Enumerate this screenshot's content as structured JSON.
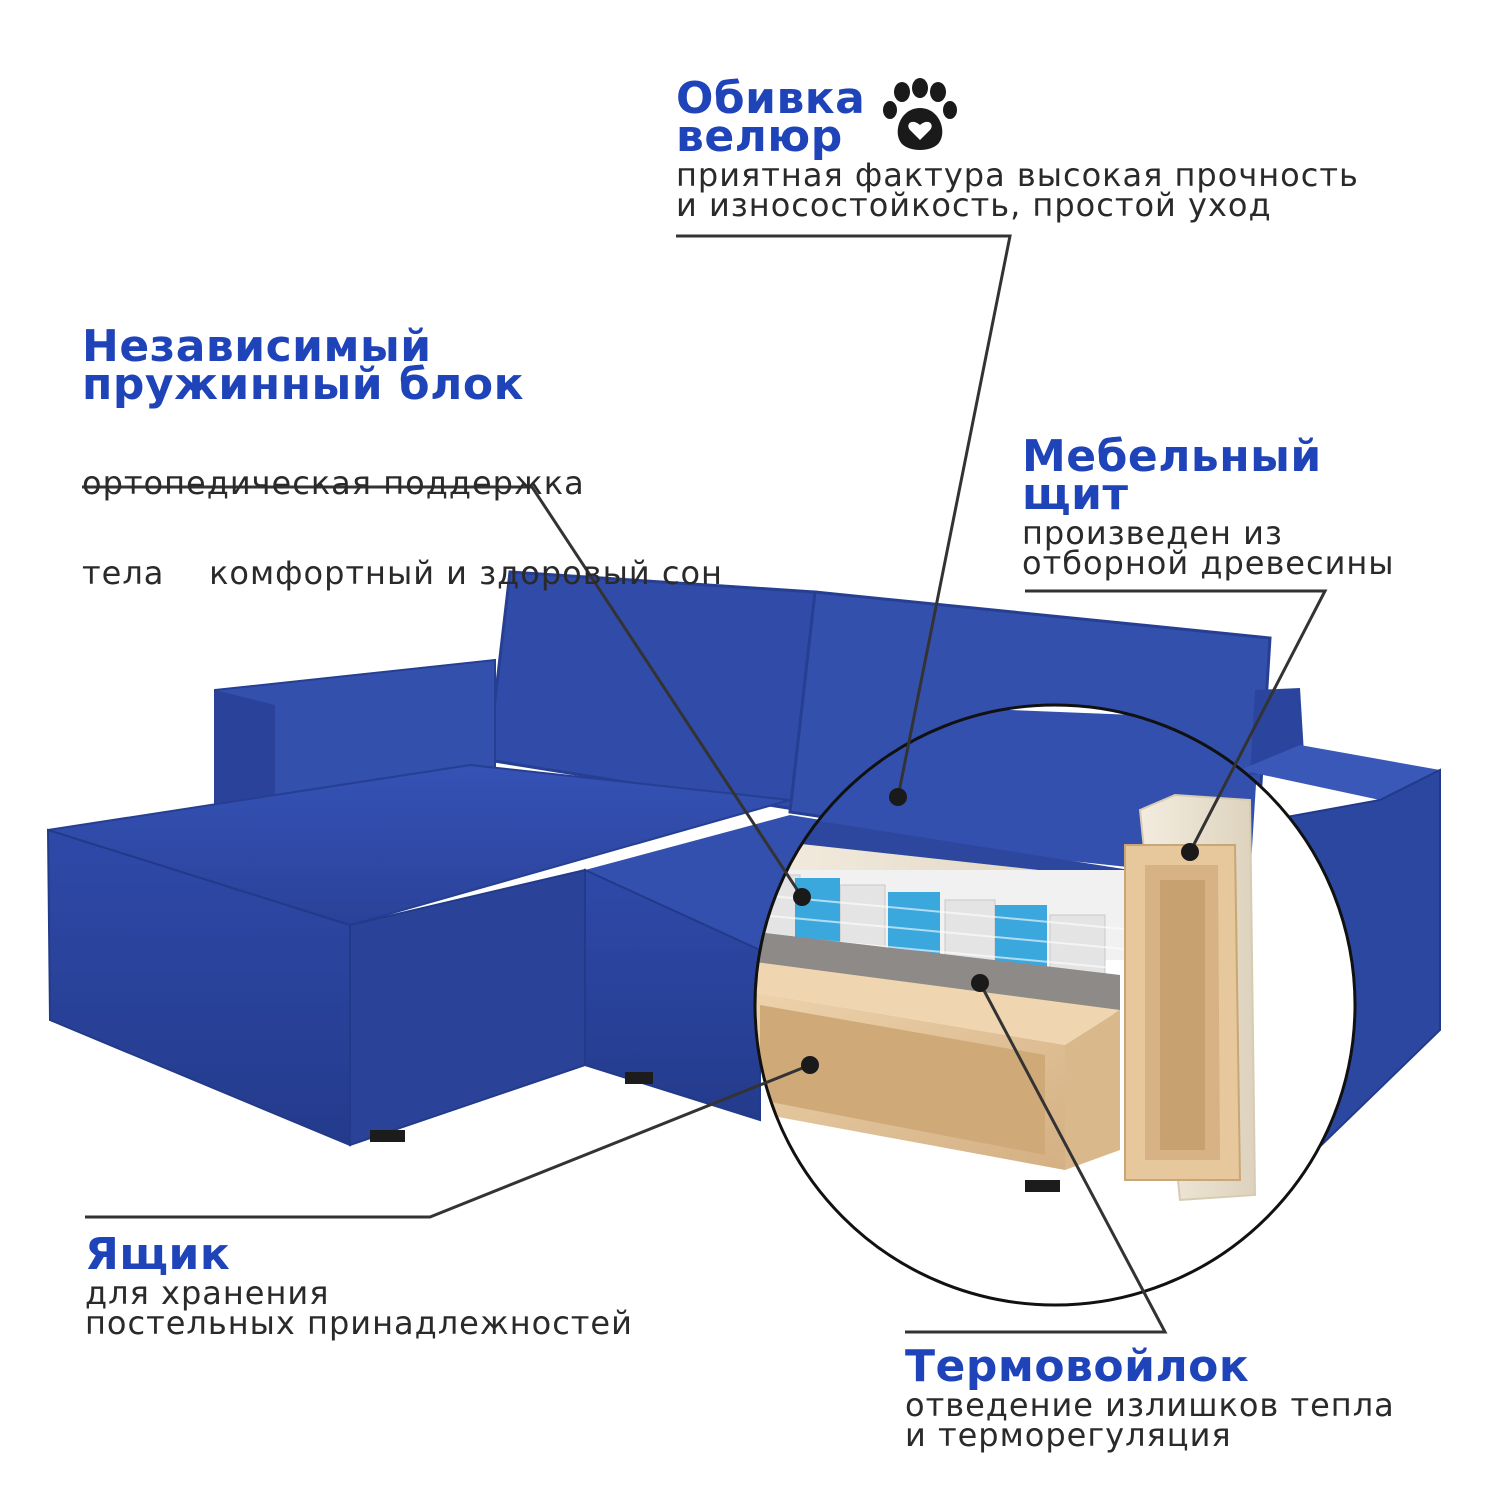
{
  "colors": {
    "heading": "#1f43b8",
    "text": "#2a2a2a",
    "sofa": "#2f4aa6",
    "wood": "#e2c39a",
    "foam": "#efe6d4",
    "springs_blue": "#3aa7dd"
  },
  "callouts": {
    "upholstery": {
      "title": [
        "Обивка",
        "велюр"
      ],
      "desc": [
        "приятная фактура высокая прочность",
        "и износостойкость, простой уход"
      ],
      "icon": "paw-heart-icon"
    },
    "spring_block": {
      "title": [
        "Независимый",
        "пружинный блок"
      ],
      "desc": [
        "ортопедическая поддержка",
        "тела    комфортный и здоровый сон"
      ]
    },
    "furniture_board": {
      "title": [
        "Мебельный",
        "щит"
      ],
      "desc": [
        "произведен из",
        "отборной древесины"
      ]
    },
    "storage_box": {
      "title": [
        "Ящик"
      ],
      "desc": [
        "для хранения",
        "постельных принадлежностей"
      ]
    },
    "thermofelt": {
      "title": [
        "Термовойлок"
      ],
      "desc": [
        "отведение излишков тепла",
        "и терморегуляция"
      ]
    }
  }
}
